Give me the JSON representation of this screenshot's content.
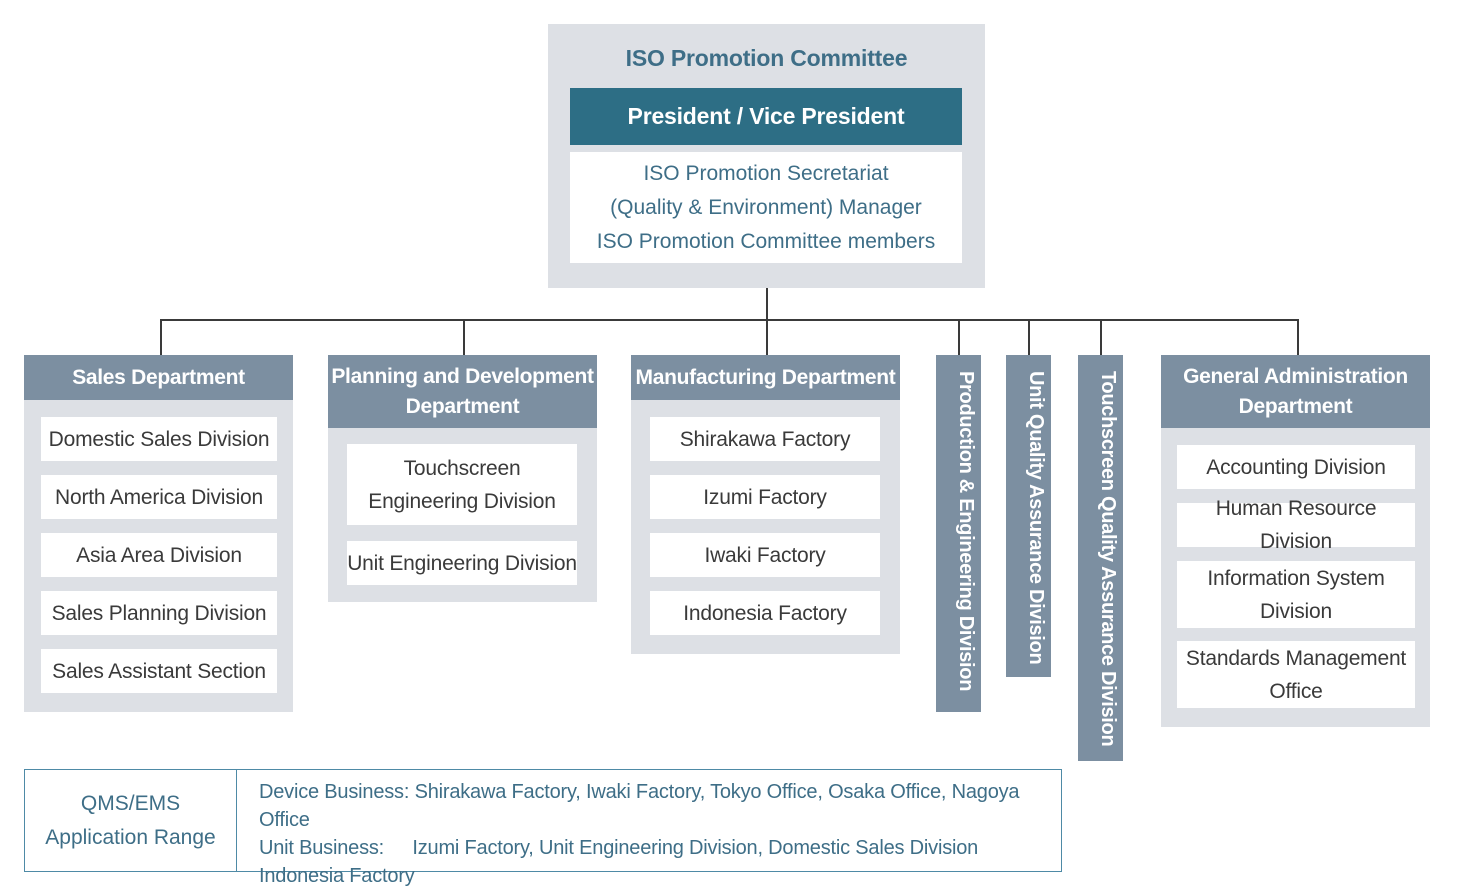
{
  "committee": {
    "title": "ISO Promotion Committee",
    "head": "President / Vice President",
    "members": [
      "ISO Promotion Secretariat",
      "(Quality & Environment) Manager",
      "ISO Promotion Committee members"
    ]
  },
  "departments": {
    "sales": {
      "title": "Sales Department",
      "items": [
        "Domestic Sales Division",
        "North America Division",
        "Asia Area Division",
        "Sales Planning Division",
        "Sales Assistant Section"
      ]
    },
    "planning": {
      "title_lines": [
        "Planning and Development",
        "Department"
      ],
      "items": [
        [
          "Touchscreen",
          "Engineering Division"
        ],
        [
          "Unit Engineering Division"
        ]
      ]
    },
    "manufacturing": {
      "title": "Manufacturing Department",
      "items": [
        "Shirakawa Factory",
        "Izumi Factory",
        "Iwaki Factory",
        "Indonesia Factory"
      ]
    },
    "vertical": [
      "Production & Engineering Division",
      "Unit Quality Assurance Division",
      "Touchscreen Quality Assurance Division"
    ],
    "general": {
      "title_lines": [
        "General Administration",
        "Department"
      ],
      "items": [
        [
          "Accounting Division"
        ],
        [
          "Human Resource Division"
        ],
        [
          "Information System",
          "Division"
        ],
        [
          "Standards Management",
          "Office"
        ]
      ]
    }
  },
  "application_range": {
    "label_lines": [
      "QMS/EMS",
      "Application Range"
    ],
    "rows": [
      {
        "label": "Device Business:",
        "value": "Shirakawa Factory, Iwaki Factory, Tokyo Office, Osaka Office, Nagoya Office"
      },
      {
        "label": "Unit Business:",
        "value": "Izumi Factory, Unit Engineering Division, Domestic Sales Division"
      },
      {
        "label": "",
        "value": "Indonesia Factory"
      }
    ]
  }
}
